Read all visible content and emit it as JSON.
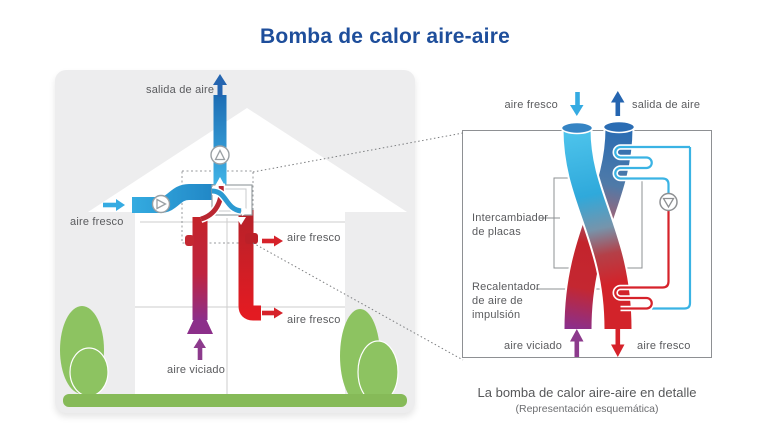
{
  "title": "Bomba de calor aire-aire",
  "house": {
    "label_salida": "salida de aire",
    "label_fresco_in": "aire fresco",
    "label_fresco_room1": "aire fresco",
    "label_fresco_room2": "aire fresco",
    "label_viciado": "aire viciado"
  },
  "detail": {
    "label_fresco_top": "aire fresco",
    "label_salida_top": "salida de aire",
    "label_intercambiador": "Intercambiador de placas",
    "label_recalentador": "Recalentador de aire de impulsión",
    "label_viciado": "aire viciado",
    "label_fresco_bottom": "aire fresco",
    "caption": "La bomba de calor aire-aire en detalle",
    "caption_sub": "(Representación esquemática)"
  },
  "colors": {
    "title_blue": "#1e4e9b",
    "cyan": "#35abe2",
    "dark_blue": "#2565b0",
    "red": "#d6222a",
    "purple": "#8c3a8c",
    "green": "#8dc361",
    "label_gray": "#5a5b5e"
  }
}
